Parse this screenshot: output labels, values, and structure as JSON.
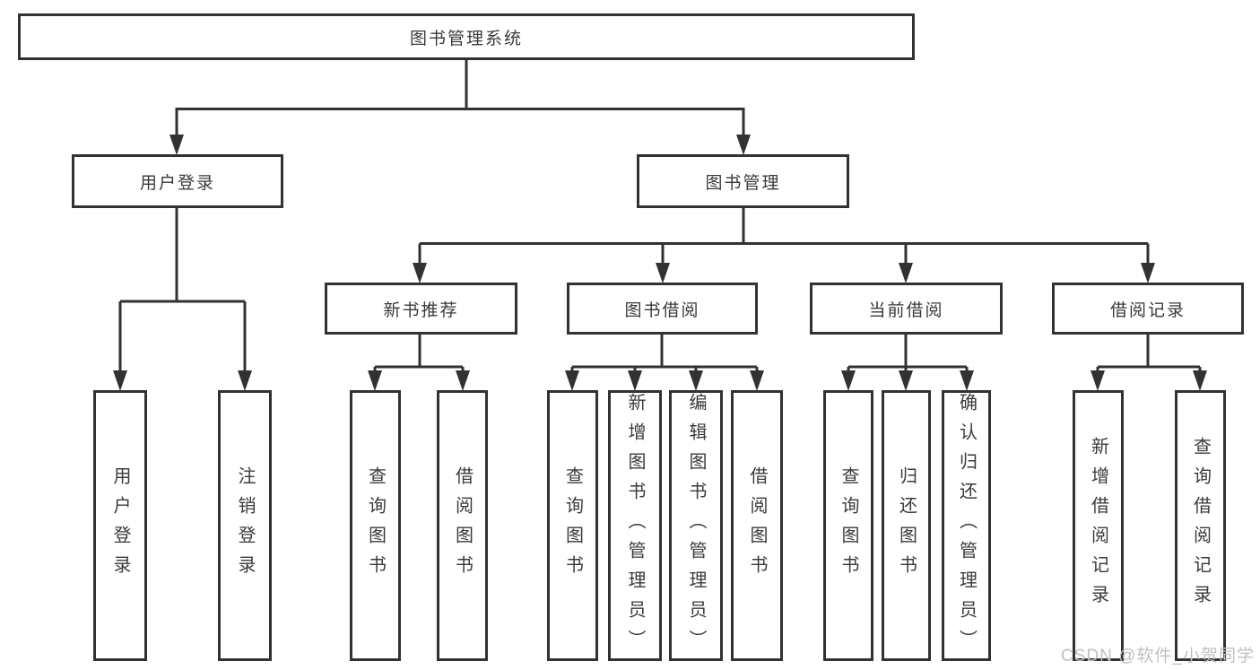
{
  "diagram": {
    "root": {
      "label": "图书管理系统"
    },
    "branches": [
      {
        "label": "用户登录",
        "children": [
          {
            "label": "用户登录"
          },
          {
            "label": "注销登录"
          }
        ]
      },
      {
        "label": "图书管理",
        "groups": [
          {
            "label": "新书推荐",
            "children": [
              {
                "label": "查询图书"
              },
              {
                "label": "借阅图书"
              }
            ]
          },
          {
            "label": "图书借阅",
            "children": [
              {
                "label": "查询图书"
              },
              {
                "label": "新增图书（管理员）"
              },
              {
                "label": "编辑图书（管理员）"
              },
              {
                "label": "借阅图书"
              }
            ]
          },
          {
            "label": "当前借阅",
            "children": [
              {
                "label": "查询图书"
              },
              {
                "label": "归还图书"
              },
              {
                "label": "确认归还（管理员）"
              }
            ]
          },
          {
            "label": "借阅记录",
            "children": [
              {
                "label": "新增借阅记录"
              },
              {
                "label": "查询借阅记录"
              }
            ]
          }
        ]
      }
    ],
    "watermark": "CSDN @软件_小贺同学",
    "colors": {
      "line": "#323232",
      "text": "#3a3a3e",
      "watermark": "#bcc0c6",
      "background": "#ffffff"
    }
  }
}
